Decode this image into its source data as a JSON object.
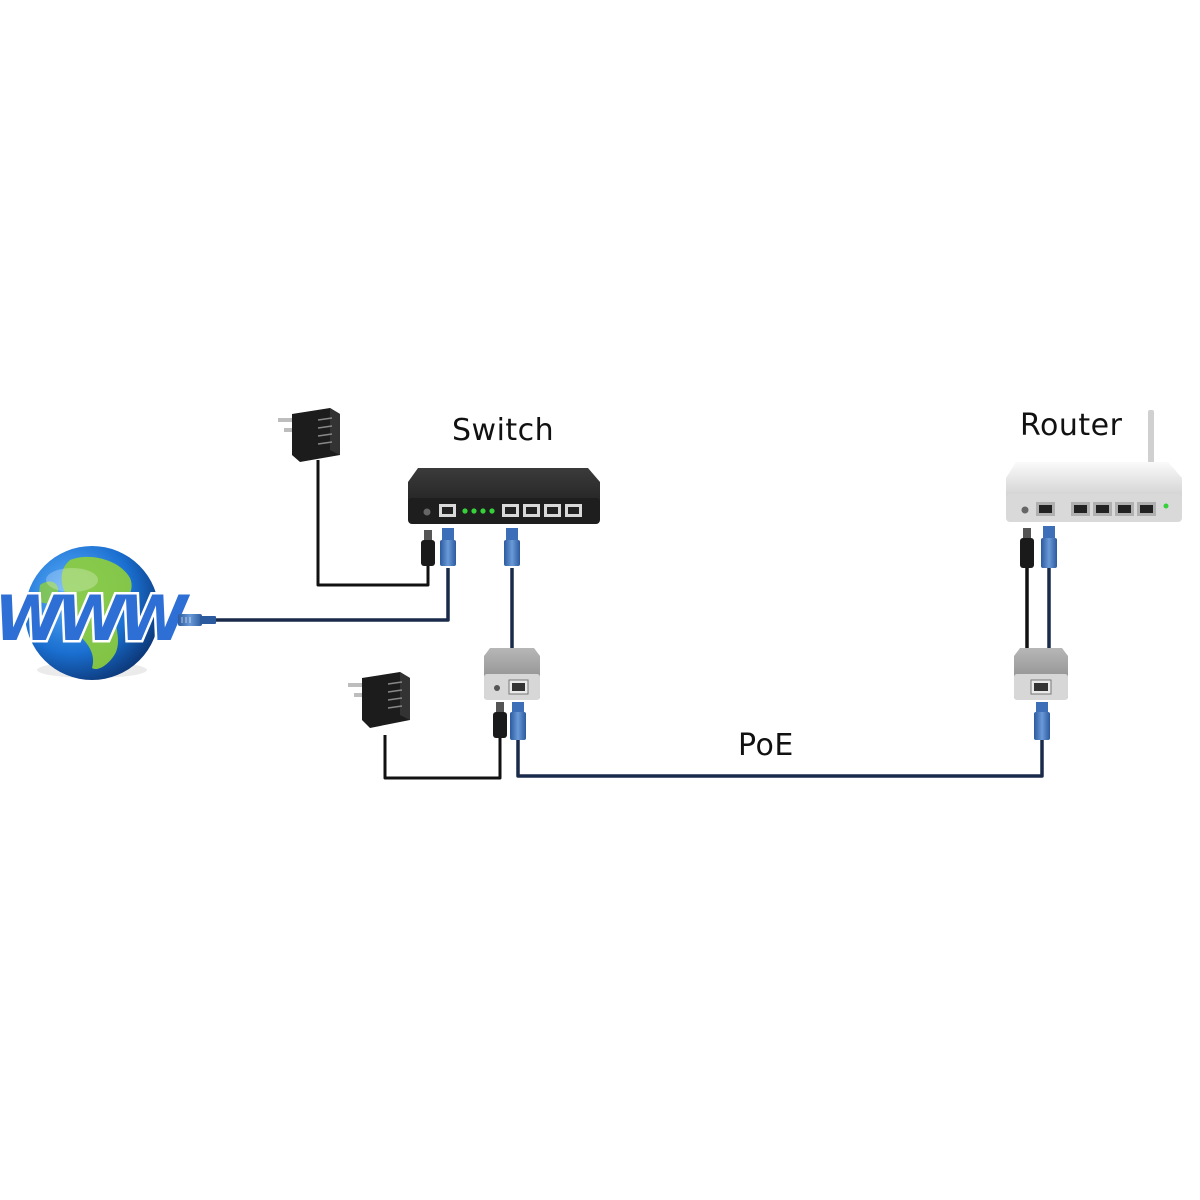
{
  "labels": {
    "switch": "Switch",
    "router": "Router",
    "poe": "PoE",
    "globe_text": "WWW"
  },
  "colors": {
    "background": "#ffffff",
    "cable_data": "#1a2a4a",
    "cable_power": "#111111",
    "switch_body": "#2a2a2a",
    "router_body": "#e6e6e6",
    "injector_body": "#9a9a9a",
    "rj45_connector": "#3d6fb8",
    "led": "#36d13a",
    "globe_ocean": "#1a6fd0",
    "globe_land": "#8fcf3a"
  },
  "icons": {
    "globe": "globe-www-icon",
    "switch": "network-switch-icon",
    "router": "wireless-router-icon",
    "injector": "poe-injector-icon",
    "adapter": "power-adapter-icon",
    "plug": "rj45-plug-icon"
  }
}
